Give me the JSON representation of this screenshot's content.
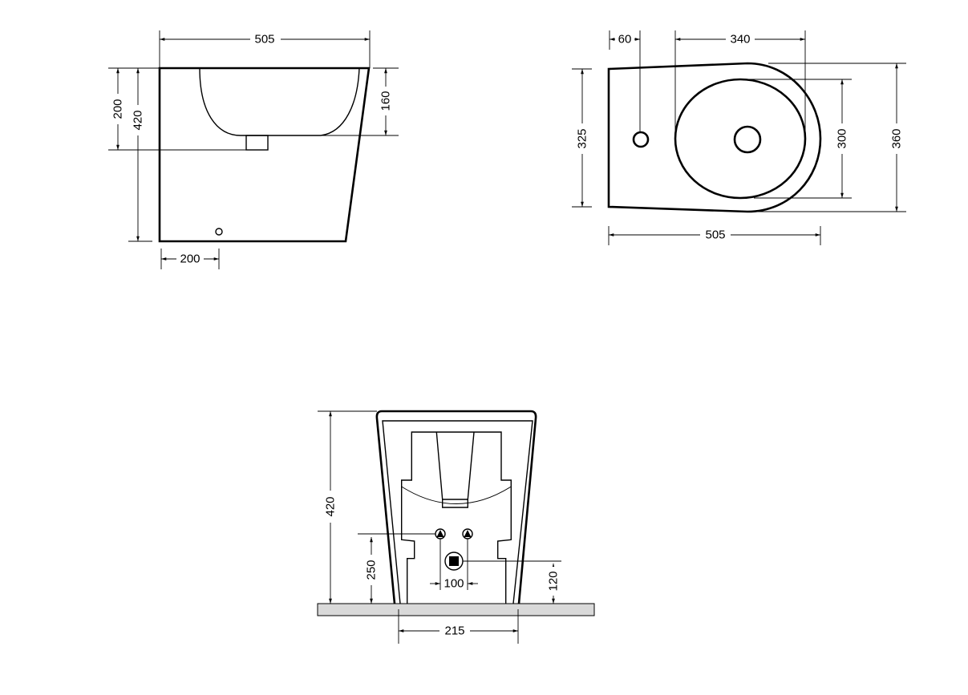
{
  "side_view": {
    "width": "505",
    "bowl_top_to_outlet": "200",
    "height": "420",
    "bowl_depth": "160",
    "outlet_from_back": "200"
  },
  "top_view": {
    "inlet_offset": "60",
    "bowl_length": "340",
    "back_width": "325",
    "bowl_width": "300",
    "overall_width": "360",
    "length": "505"
  },
  "front_view": {
    "height": "420",
    "inlet_height": "250",
    "inlet_spacing": "100",
    "waste_height": "120",
    "base_width": "215"
  },
  "colors": {
    "line": "#000000",
    "floor": "#d9d9d9"
  }
}
